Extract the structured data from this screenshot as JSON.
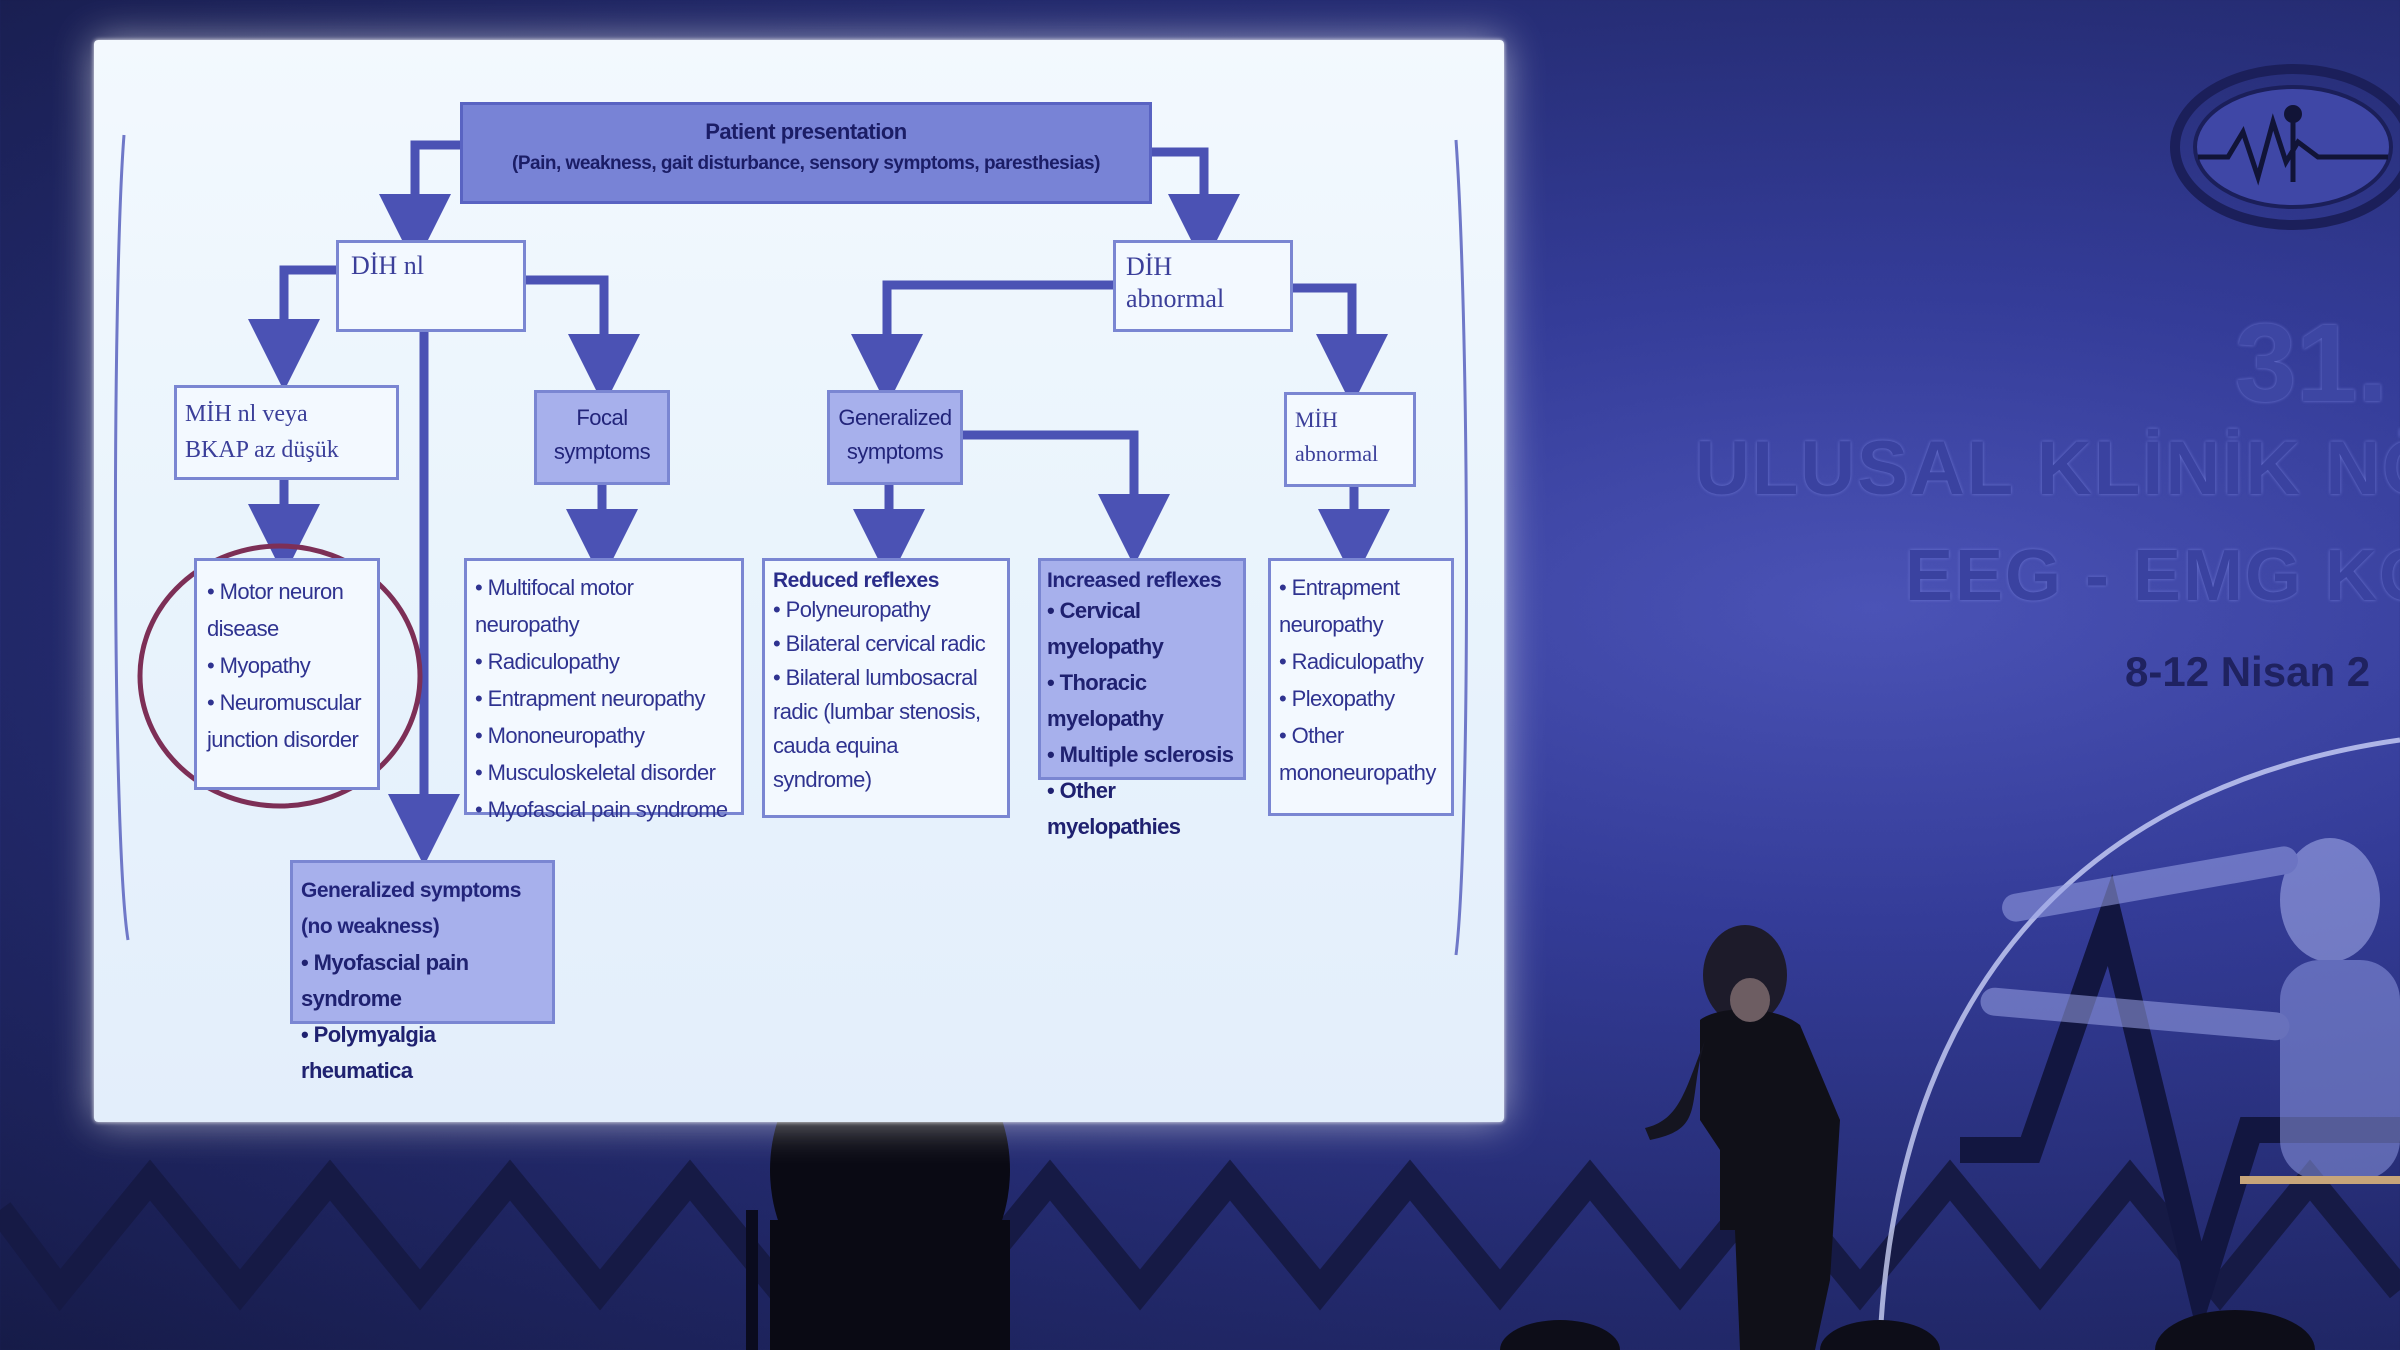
{
  "slide": {
    "top": {
      "title": "Patient presentation",
      "subtitle": "(Pain, weakness, gait disturbance, sensory symptoms, paresthesias)"
    },
    "dih_normal": "DİH nl",
    "dih_abnormal_line1": "DİH",
    "dih_abnormal_line2": "abnormal",
    "mih_normal_line1": "MİH nl veya",
    "mih_normal_line2": "BKAP az düşük",
    "focal_line1": "Focal",
    "focal_line2": "symptoms",
    "generalized_line1": "Generalized",
    "generalized_line2": "symptoms",
    "mih_abnormal_line1": "MİH",
    "mih_abnormal_line2": "abnormal",
    "circled_items": [
      "Motor neuron disease",
      "Myopathy",
      "Neuromuscular junction disorder"
    ],
    "focal_items": [
      "Multifocal motor neuropathy",
      "Radiculopathy",
      "Entrapment neuropathy",
      "Mononeuropathy",
      "Musculoskeletal disorder",
      "Myofascial pain syndrome"
    ],
    "reduced_reflexes_title": "Reduced reflexes",
    "reduced_items": [
      "Polyneuropathy",
      "Bilateral cervical radic",
      "Bilateral lumbosacral radic (lumbar stenosis, cauda equina syndrome)"
    ],
    "increased_reflexes_title": "Increased reflexes",
    "increased_items": [
      "Cervical myelopathy",
      "Thoracic myelopathy",
      "Multiple sclerosis",
      "Other myelopathies"
    ],
    "mih_abnormal_items": [
      "Entrapment neuropathy",
      "Radiculopathy",
      "Plexopathy",
      "Other mononeuropathy"
    ],
    "no_weakness_title": "Generalized symptoms (no weakness)",
    "no_weakness_items": [
      "Myofascial pain syndrome",
      "Polymyalgia rheumatica"
    ]
  },
  "banner": {
    "number": "31.",
    "name": "ULUSAL KLİNİK NÖ",
    "subtitle": "EEG - EMG KO",
    "date": "8-12 Nisan 2"
  },
  "colors": {
    "wall": "#2b3283",
    "screen": "#eaf4fd",
    "diagram_ink": "#3b3f9a",
    "circle": "#7d2f56"
  }
}
